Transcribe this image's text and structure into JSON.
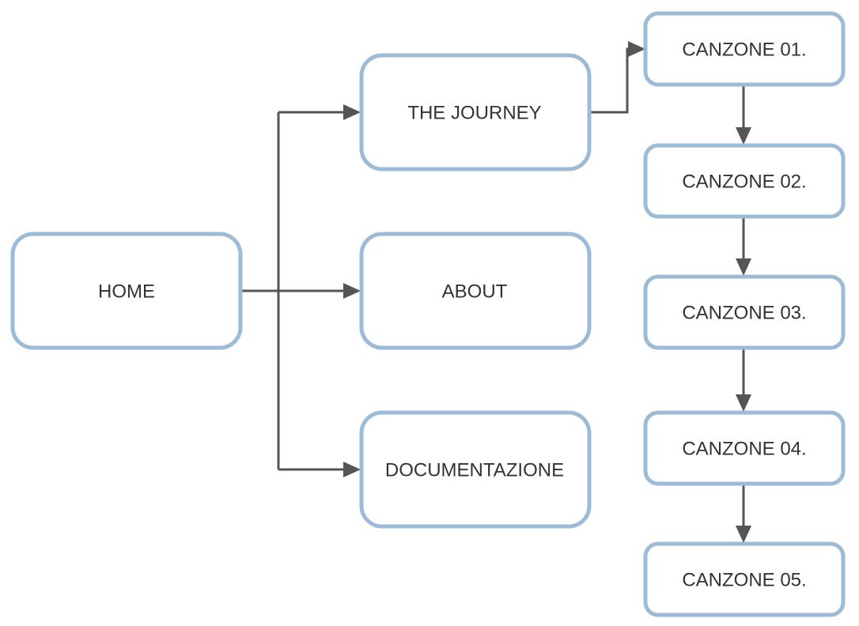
{
  "nodes": {
    "home": "HOME",
    "journey": "THE JOURNEY",
    "about": "ABOUT",
    "documentazione": "DOCUMENTAZIONE",
    "canzone_01": "CANZONE 01.",
    "canzone_02": "CANZONE 02.",
    "canzone_03": "CANZONE 03.",
    "canzone_04": "CANZONE 04.",
    "canzone_05": "CANZONE 05."
  },
  "colors": {
    "node_border": "#9dbad6",
    "node_fill": "#ffffff",
    "connector": "#555555",
    "text": "#333333"
  }
}
